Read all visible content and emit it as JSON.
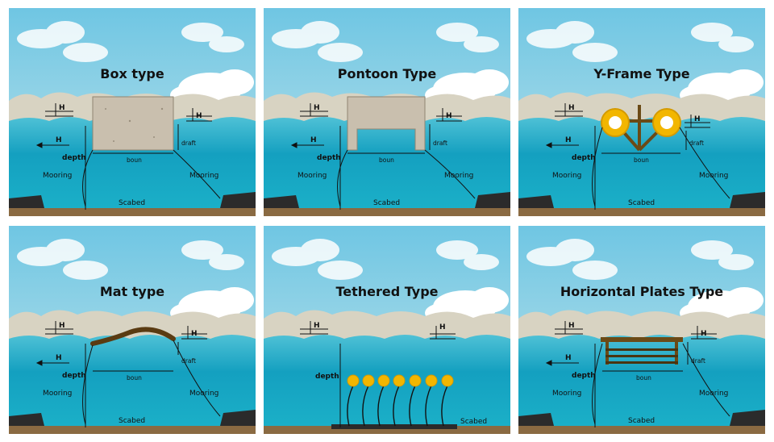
{
  "panels": [
    {
      "id": "box",
      "title": "Box type",
      "labels": {
        "h_left": "H",
        "h_right": "H",
        "h_arrow": "H",
        "depth": "depth",
        "draft": "draft",
        "boun": "boun",
        "mooring_left": "Mooring",
        "mooring_right": "Mooring",
        "seabed": "Scabed"
      }
    },
    {
      "id": "pontoon",
      "title": "Pontoon Type",
      "labels": {
        "h_left": "H",
        "h_right": "H",
        "h_arrow": "H",
        "depth": "depth",
        "draft": "draft",
        "boun": "boun",
        "mooring_left": "Mooring",
        "mooring_right": "Mooring",
        "seabed": "Scabed"
      }
    },
    {
      "id": "yframe",
      "title": "Y-Frame Type",
      "labels": {
        "h_left": "H",
        "h_right": "H",
        "h_arrow": "H",
        "depth": "depth",
        "draft": "draft",
        "boun": "boun",
        "mooring_left": "Mooring",
        "mooring_right": "Mooring",
        "seabed": "Scabed"
      }
    },
    {
      "id": "mat",
      "title": "Mat type",
      "labels": {
        "h_left": "H",
        "h_right": "H",
        "h_arrow": "H",
        "depth": "depth",
        "draft": "draft",
        "boun": "boun",
        "mooring_left": "Mooring",
        "mooring_right": "Mooring",
        "seabed": "Scabed"
      }
    },
    {
      "id": "tethered",
      "title": "Tethered Type",
      "labels": {
        "h_left": "H",
        "h_right": "H",
        "depth": "depth",
        "seabed": "Scabed"
      }
    },
    {
      "id": "hplates",
      "title": "Horizontal Plates Type",
      "labels": {
        "h_left": "H",
        "h_right": "H",
        "h_arrow": "H",
        "depth": "depth",
        "draft": "draft",
        "boun": "boun",
        "mooring_left": "Mooring",
        "mooring_right": "Mooring",
        "seabed": "Scabed"
      }
    }
  ],
  "colors": {
    "sky": "#7ecfe6",
    "sea": "#1aa3bf",
    "sea_deep": "#0b8fb0",
    "seabed": "#8a6a42",
    "rock": "#2b2b2b",
    "buoy": "#f2b600",
    "frame": "#6b4a16",
    "concrete": "#c9bfae"
  }
}
